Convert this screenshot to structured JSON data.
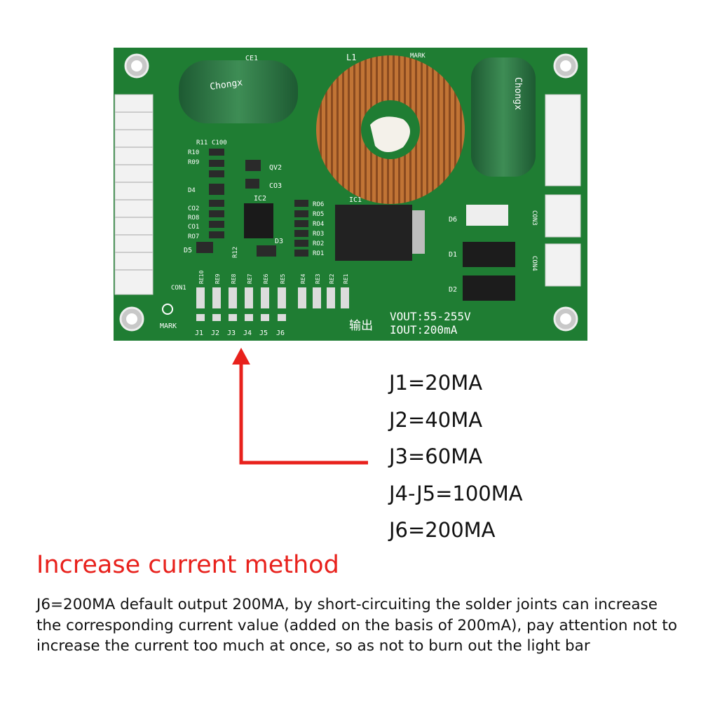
{
  "board": {
    "vout": "VOUT:55-255V",
    "iout": "IOUT:200mA",
    "output_cn": "输出",
    "mark_left": "MARK",
    "mark_top": "MARK",
    "ce1": "CE1",
    "l1": "L1",
    "ic1": "IC1",
    "ic2": "IC2",
    "qv2": "QV2",
    "con1": "CON1",
    "con3": "CON3",
    "con4": "CON4",
    "d1": "D1",
    "d2": "D2",
    "d3": "D3",
    "d4": "D4",
    "d5": "D5",
    "d6": "D6",
    "c100": "C100",
    "r11": "R11",
    "r12": "R12",
    "co3": "CO3",
    "left_labels": [
      "R10",
      "R09",
      "D4",
      "CO2",
      "RO8",
      "CO1",
      "RO7"
    ],
    "right_labels": [
      "RO6",
      "RO5",
      "RO4",
      "RO3",
      "RO2",
      "RO1"
    ],
    "re_labels_a": [
      "RE10",
      "RE9",
      "RE8",
      "RE7",
      "RE6",
      "RE5"
    ],
    "re_labels_b": [
      "RE4",
      "RE3",
      "RE2",
      "RE1"
    ],
    "j_labels": [
      "J1",
      "J2",
      "J3",
      "J4",
      "J5",
      "J6"
    ],
    "cap_brand": "Chongx"
  },
  "jumpers": [
    "J1=20MA",
    "J2=40MA",
    "J3=60MA",
    "J4-J5=100MA",
    "J6=200MA"
  ],
  "heading": "Increase current method",
  "body": "J6=200MA default output 200MA, by short-circuiting the solder joints can increase the corresponding current value (added on the basis of 200mA), pay attention not to increase the current too much at once, so as not to burn out the light bar",
  "colors": {
    "pcb": "#1f7d33",
    "arrow": "#e8211c",
    "heading": "#e8211c"
  }
}
